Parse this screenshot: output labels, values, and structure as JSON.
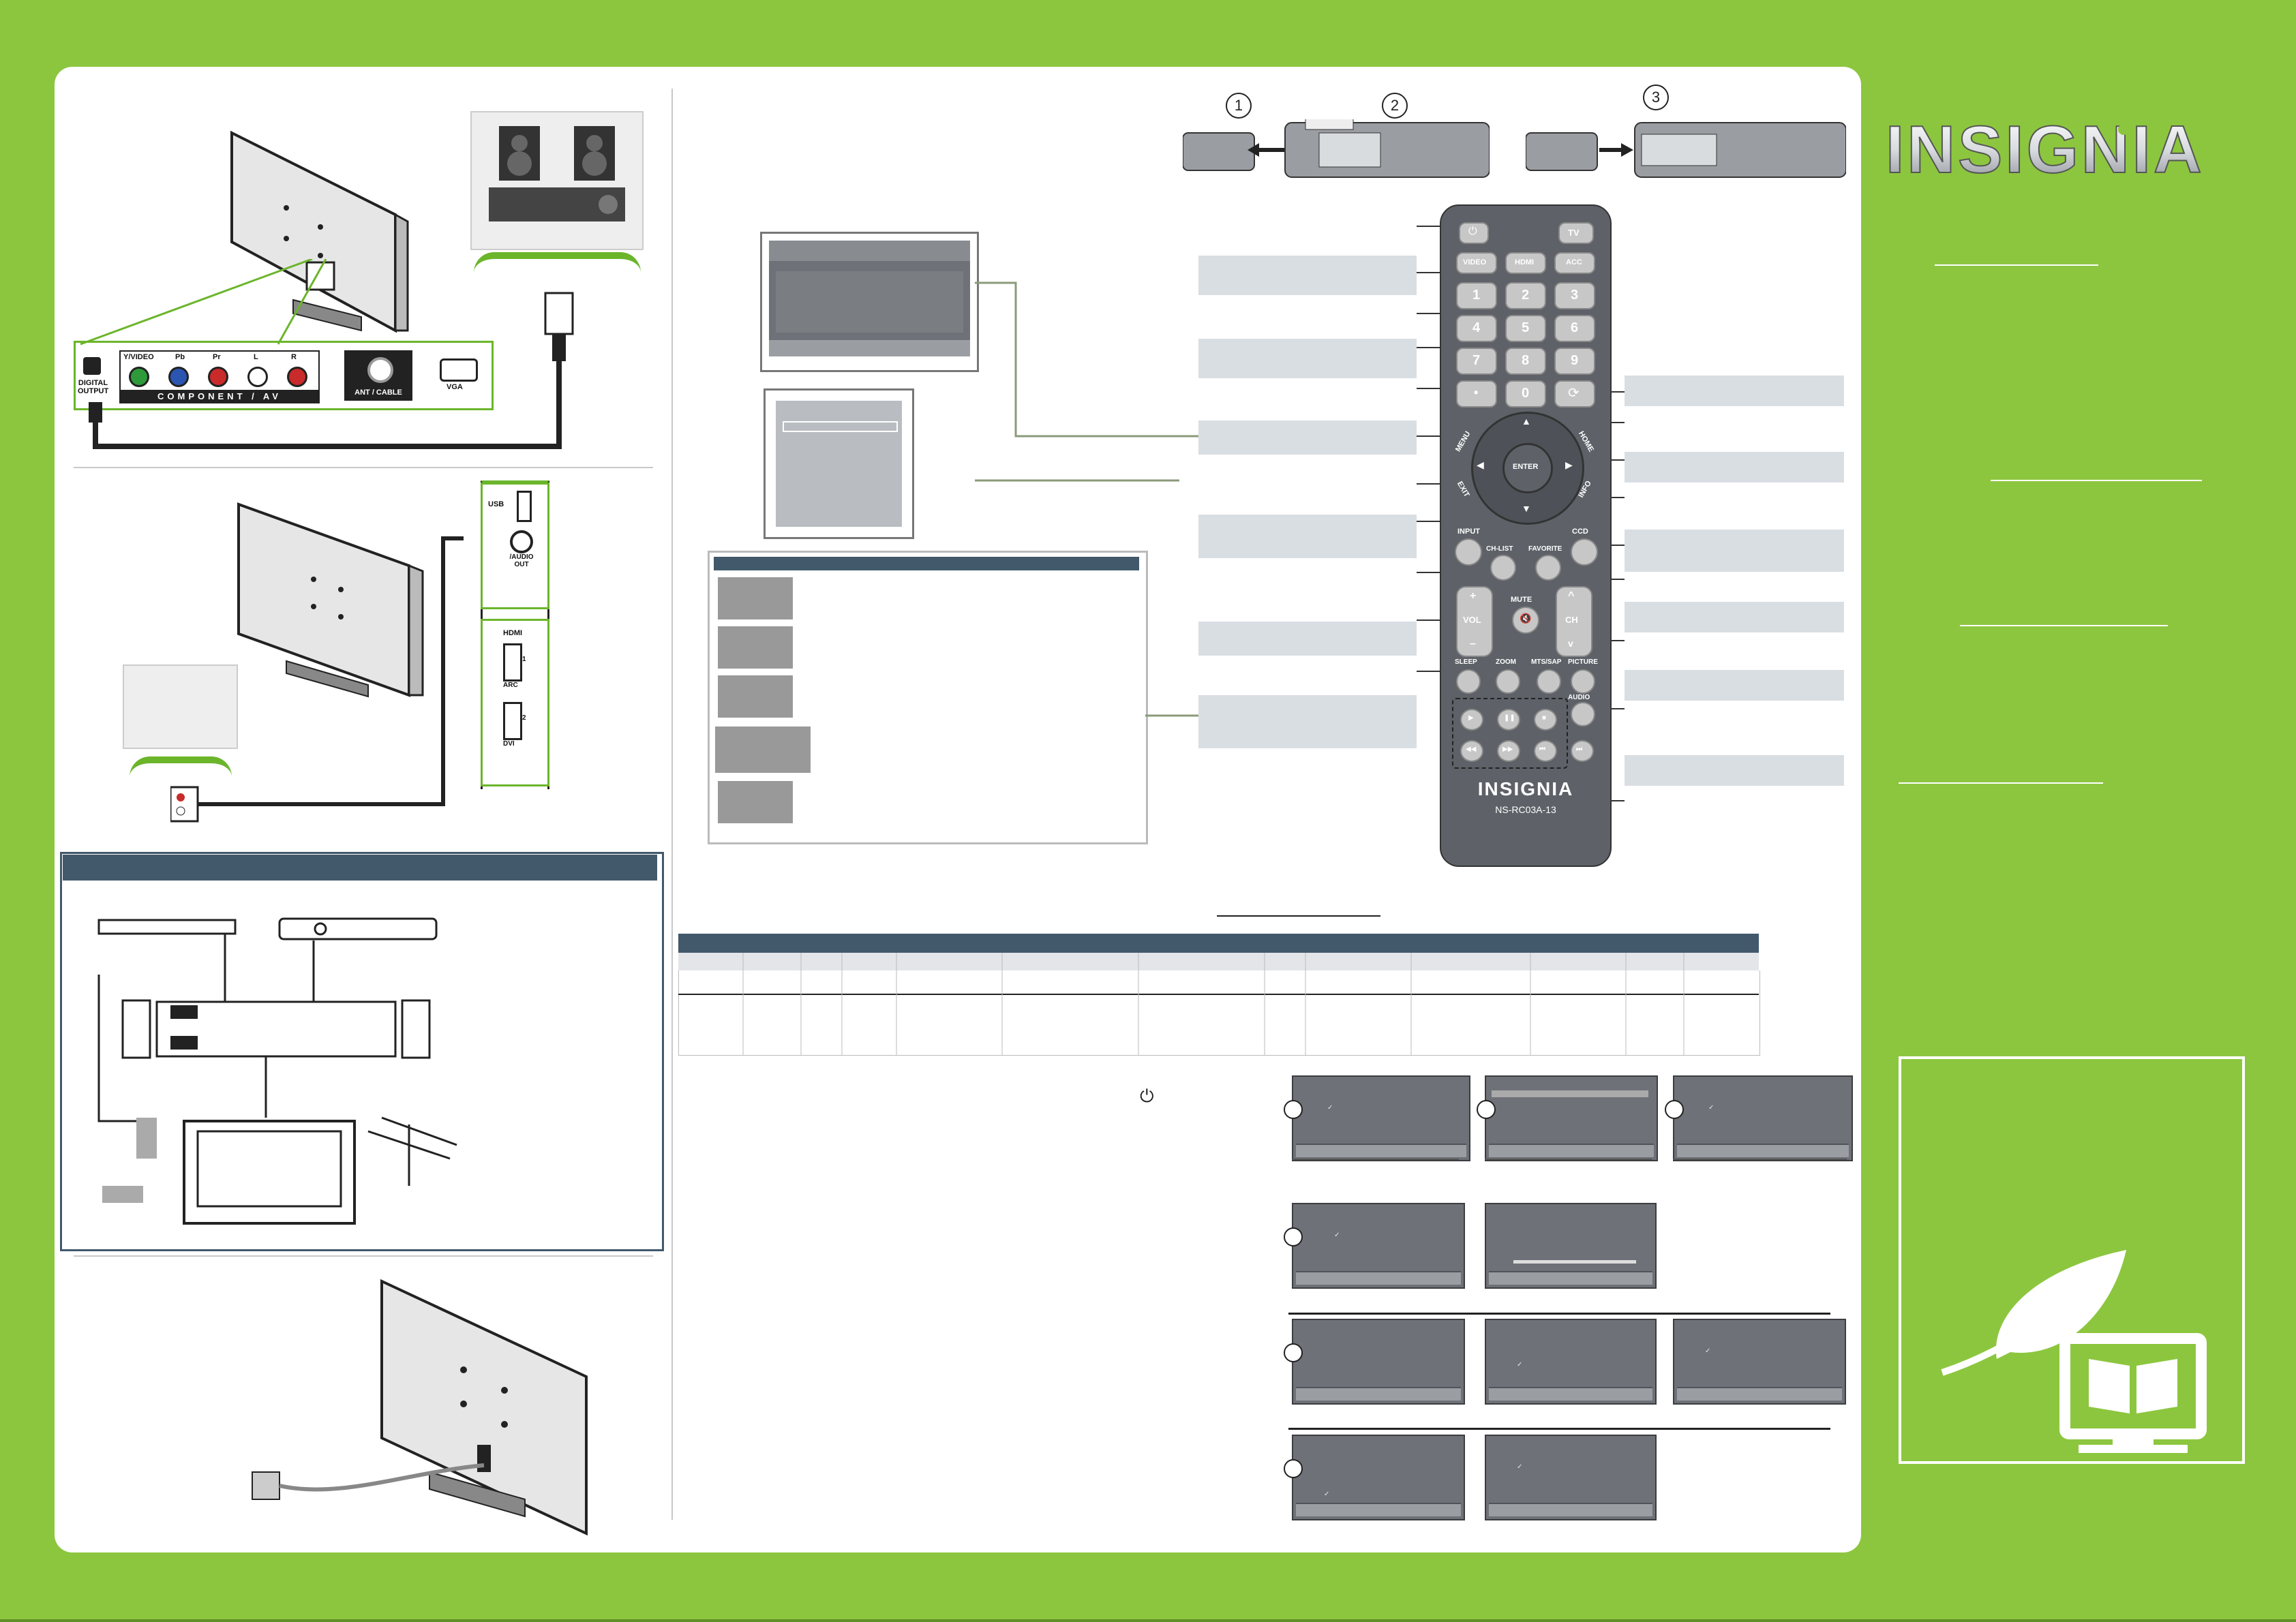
{
  "brand": {
    "logo": "INSIGNIA"
  },
  "colors": {
    "background_green": "#8cc63f",
    "panel_white": "#ffffff",
    "navy_bar": "#42596b",
    "connector_green": "#6bb52b"
  },
  "step_numbers": [
    "1",
    "2",
    "3"
  ],
  "connections": {
    "digital_output": "DIGITAL OUTPUT",
    "y_video": "Y/VIDEO",
    "pb": "Pb",
    "pr": "Pr",
    "l": "L",
    "r": "R",
    "component_av": "COMPONENT / AV",
    "ant_cable": "ANT / CABLE",
    "vga": "VGA",
    "usb": "USB",
    "audio_out": "/AUDIO OUT",
    "hdmi_logo": "HDMI",
    "arc": "ARC",
    "dvi": "DVI",
    "hdmi_1": "1",
    "hdmi_2": "2"
  },
  "remote": {
    "model": "NS-RC03A-13",
    "brand": "INSIGNIA",
    "buttons": {
      "tv": "TV",
      "video": "VIDEO",
      "hdmi": "HDMI",
      "acc": "ACC",
      "n1": "1",
      "n2": "2",
      "n3": "3",
      "n4": "4",
      "n5": "5",
      "n6": "6",
      "n7": "7",
      "n8": "8",
      "n9": "9",
      "dot": "•",
      "n0": "0",
      "enter": "ENTER",
      "menu": "MENU",
      "exit": "EXIT",
      "home": "HOME",
      "info": "INFO",
      "input": "INPUT",
      "ccd": "CCD",
      "ch_list": "CH-LIST",
      "favorite": "FAVORITE",
      "vol": "VOL",
      "mute": "MUTE",
      "ch": "CH",
      "plus": "+",
      "minus": "–",
      "sleep": "SLEEP",
      "zoom": "ZOOM",
      "mts_sap": "MTS/SAP",
      "picture": "PICTURE",
      "audio": "AUDIO"
    }
  }
}
